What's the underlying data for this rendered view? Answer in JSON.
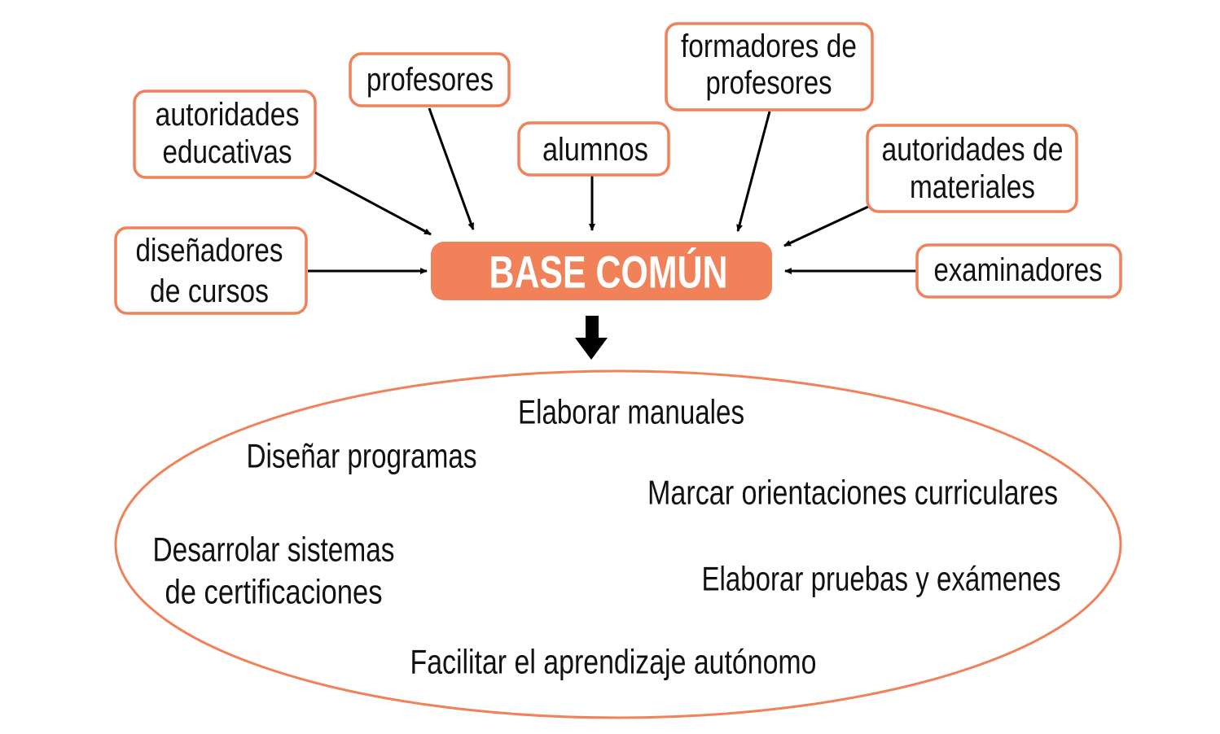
{
  "colors": {
    "accent": "#F08159",
    "arrow": "#000000"
  },
  "center": "BASE COMÚN",
  "actors": {
    "autoridades_educativas": [
      "autoridades",
      "educativas"
    ],
    "profesores": [
      "profesores"
    ],
    "alumnos": [
      "alumnos"
    ],
    "formadores": [
      "formadores de",
      "profesores"
    ],
    "autoridades_materiales": [
      "autoridades de",
      "materiales"
    ],
    "disenadores": [
      "diseñadores",
      "de cursos"
    ],
    "examinadores": [
      "examinadores"
    ]
  },
  "uses": {
    "manuales": "Elaborar manuales",
    "programas": "Diseñar programas",
    "orientaciones": "Marcar orientaciones curriculares",
    "certificaciones": [
      "Desarrolar sistemas",
      "de certificaciones"
    ],
    "pruebas": "Elaborar pruebas y exámenes",
    "aprendizaje": "Facilitar el aprendizaje autónomo"
  }
}
